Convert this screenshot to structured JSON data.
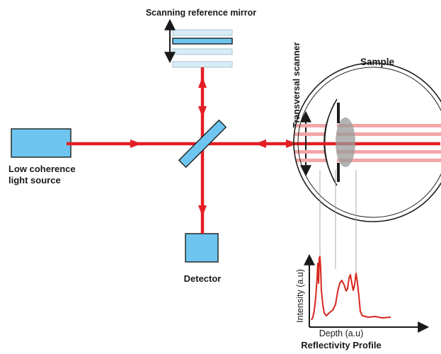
{
  "labels": {
    "mirror": "Scanning reference mirror",
    "source_line1": "Low coherence",
    "source_line2": "light source",
    "scanner": "Transversal scanner",
    "sample": "Sample",
    "detector": "Detector",
    "y_axis": "Intensity (a.u)",
    "x_axis": "Depth  (a.u)",
    "profile": "Reflectivity Profile"
  },
  "colors": {
    "beam": "#e31e24",
    "beam_light": "#f2a6a8",
    "component_fill": "#6ec6f0",
    "component_stroke": "#1d1d1b",
    "lens": "#9a9a9a",
    "profile_line": "#d7261e",
    "axis": "#1a1a1a"
  }
}
